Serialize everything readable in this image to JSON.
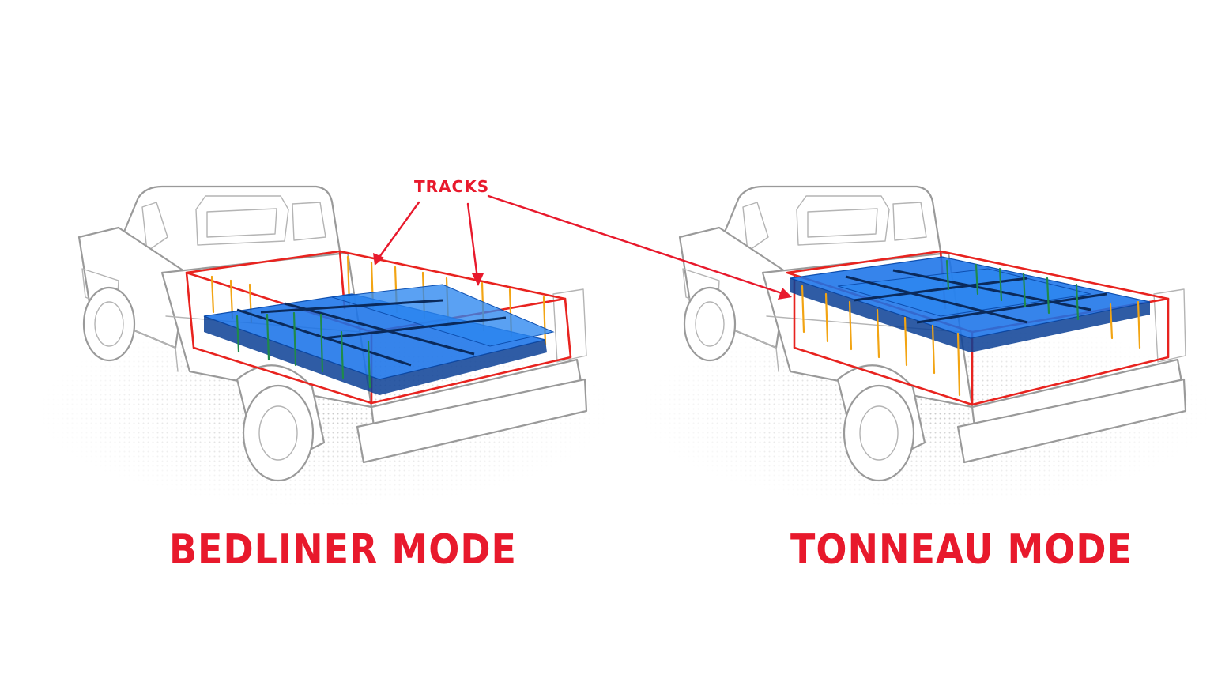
{
  "diagram": {
    "callout": {
      "text": "TRACKS"
    },
    "left_panel": {
      "label": "BEDLINER MODE"
    },
    "right_panel": {
      "label": "TONNEAU MODE"
    },
    "colors": {
      "label_red": "#e8192c",
      "bed_outline_red": "#e8231f",
      "panel_blue": "#1a73e8",
      "track_yellow": "#f2a413",
      "track_green": "#1f8a4a",
      "truck_gray": "#9a9a9a"
    }
  }
}
